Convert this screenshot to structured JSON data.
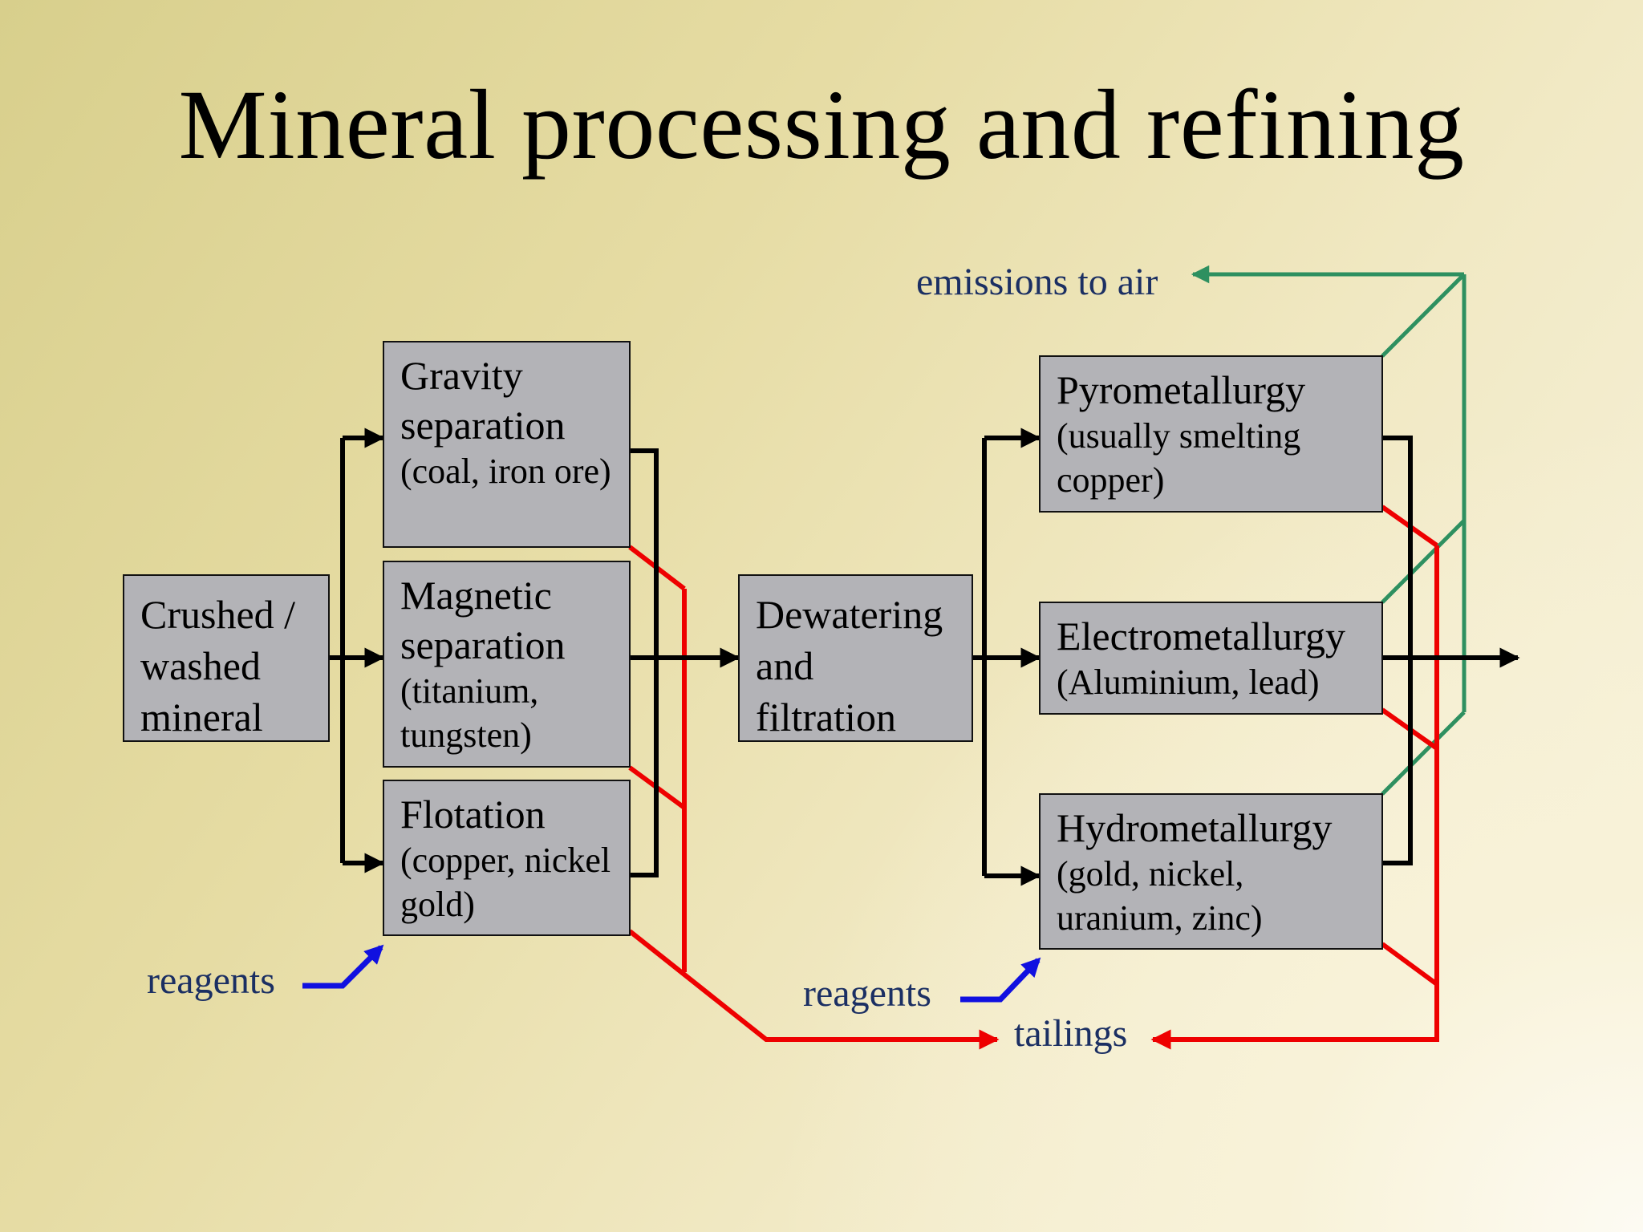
{
  "title": "Mineral processing and refining",
  "boxes": {
    "crushed": "Crushed / washed mineral",
    "gravity": {
      "main": "Gravity separation",
      "sub": "(coal, iron ore)"
    },
    "magnetic": {
      "main": "Magnetic separation",
      "sub": "(titanium, tungsten)"
    },
    "flotation": {
      "main": "Flotation",
      "sub": "(copper, nickel gold)"
    },
    "dewatering": "Dewatering and filtration",
    "pyro": {
      "main": "Pyrometallurgy",
      "sub": "(usually smelting copper)"
    },
    "electro": {
      "main": "Electrometallurgy",
      "sub": "(Aluminium, lead)"
    },
    "hydro": {
      "main": "Hydrometallurgy",
      "sub": "(gold, nickel, uranium, zinc)"
    }
  },
  "labels": {
    "emissions": "emissions to air",
    "reagents_left": "reagents",
    "reagents_right": "reagents",
    "tailings": "tailings"
  },
  "colors": {
    "process_flow": "#000000",
    "tailings_flow": "#ee0000",
    "emissions_flow": "#2e9060",
    "reagents_flow": "#1010e0",
    "box_fill": "#b3b3b7",
    "label_text": "#1b2f63"
  }
}
